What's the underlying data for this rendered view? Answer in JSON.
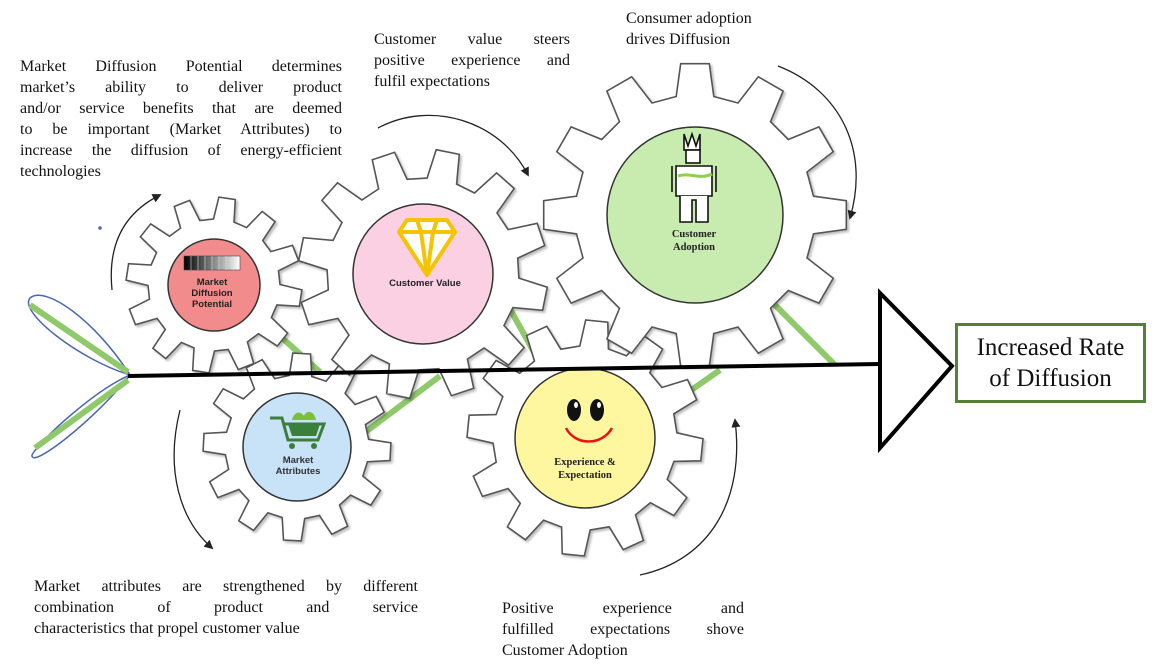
{
  "colors": {
    "gear_fill": "#ffffff",
    "gear_stroke": "#555555",
    "spine": "#000000",
    "bone": "#8fc96b",
    "result_border": "#548235",
    "market_diffusion": "#f28b8b",
    "customer_value": "#fbd0e2",
    "customer_adoption": "#c8ecb0",
    "market_attributes": "#c8e2f8",
    "experience": "#fff7a0",
    "diamond": "#f5c400",
    "cart": "#3a7f3a"
  },
  "gears": {
    "market_diffusion": {
      "label_lines": [
        "Market",
        "Diffusion",
        "Potential"
      ],
      "icon": "gradient-bar-icon"
    },
    "customer_value": {
      "label_lines": [
        "Customer Value"
      ],
      "icon": "diamond-icon"
    },
    "customer_adoption": {
      "label_lines": [
        "Customer",
        "Adoption"
      ],
      "icon": "person-icon"
    },
    "market_attributes": {
      "label_lines": [
        "Market",
        "Attributes"
      ],
      "icon": "shopping-cart-icon"
    },
    "experience": {
      "label_lines": [
        "Experience &",
        "Expectation"
      ],
      "icon": "smiley-icon"
    }
  },
  "notes": {
    "market_diffusion": [
      "Market Diffusion Potential  determines",
      "market’s    ability to deliver product",
      "and/or service benefits that  are deemed",
      "to be important (Market Attributes)  to",
      "increase the diffusion of energy-efficient",
      "technologies"
    ],
    "customer_value": [
      "Customer  value  steers",
      "positive  experience  and",
      "fulfil expectations"
    ],
    "customer_adoption": [
      "Consumer adoption",
      "drives Diffusion"
    ],
    "market_attributes": [
      "Market attributes are strengthened by different",
      "combination    of    product    and    service",
      "characteristics that propel customer value"
    ],
    "experience": [
      "Positive      experience      and",
      "fulfilled   expectations   shove",
      "Customer Adoption"
    ]
  },
  "result": {
    "line1": "Increased Rate",
    "line2": "of Diffusion"
  }
}
